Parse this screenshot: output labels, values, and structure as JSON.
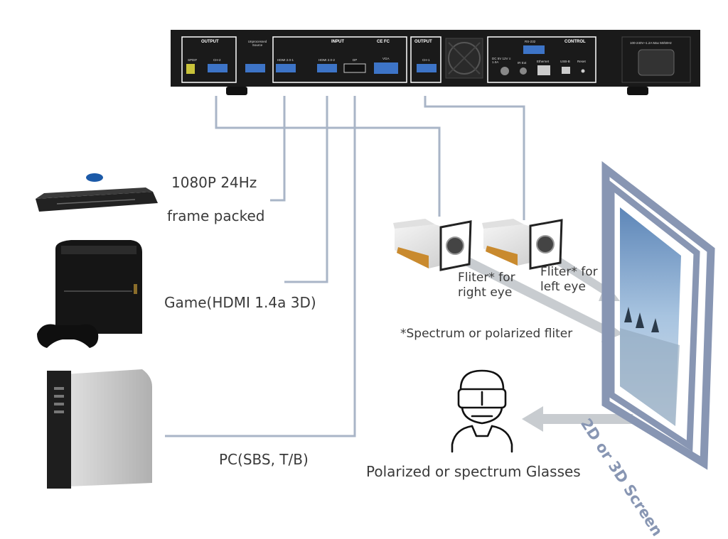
{
  "device": {
    "output_left_title": "OUTPUT",
    "spdif_label": "SPDIF",
    "ch2_label": "CH-2",
    "unprocessed_label": "Unprocessed Source",
    "input_title": "INPUT",
    "cert_marks": "CE FC",
    "hdmi1_label": "HDMI 2.0-1",
    "hdmi2_label": "HDMI 2.0-2",
    "dp_label": "DP",
    "vga_label": "VGA",
    "output_right_title": "OUTPUT",
    "ch1_label": "CH-1",
    "rs232_label": "RS-232",
    "control_title": "CONTROL",
    "dc_label": "DC 5V  12V ≡ 1.0A",
    "ir_label": "IR Ext",
    "ethernet_label": "Ethernet",
    "usb_label": "USB-B",
    "reset_label": "Reset",
    "power_label": "100-240V~1.2A Max 50/60Hz"
  },
  "sources": {
    "bluray_line1": "1080P 24Hz",
    "bluray_line2": "frame packed",
    "game": "Game(HDMI 1.4a 3D)",
    "pc": "PC(SBS, T/B)"
  },
  "projection": {
    "filter_right_line1": "Fliter* for",
    "filter_right_line2": "right eye",
    "filter_left_line1": "Fliter* for",
    "filter_left_line2": "left eye",
    "footnote": "*Spectrum or polarized fliter",
    "screen_label": "2D or 3D Screen",
    "glasses_label": "Polarized or spectrum Glasses"
  },
  "colors": {
    "cable": "#a9b5c7",
    "beam": "#c8ccd0",
    "screen_frame": "#8896b3",
    "device_body": "#1a1a1a"
  }
}
